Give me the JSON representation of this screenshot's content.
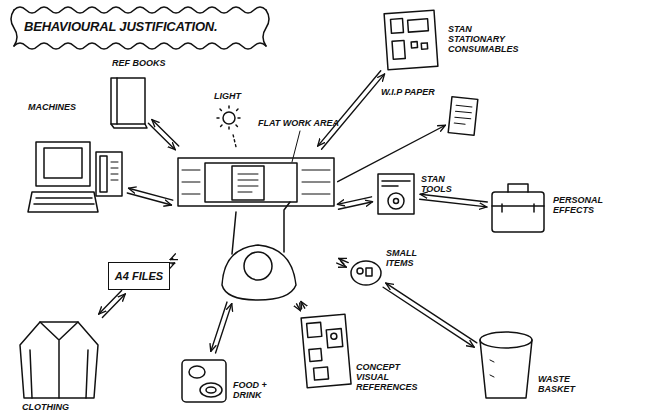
{
  "diagram": {
    "title": "BEHAVIOURAL JUSTIFICATION.",
    "nodes": [
      {
        "text": [
          "REF BOOKS"
        ]
      },
      {
        "text": [
          "STAN STATIONARY CONSUMABLES"
        ]
      },
      {
        "text": [
          "LIGHT"
        ]
      },
      {
        "text": [
          "FLAT WORK AREA"
        ]
      },
      {
        "text": [
          "W.I.P PAPER"
        ]
      },
      {
        "text": [
          "MACHINES"
        ]
      },
      {
        "text": [
          "STAN TOOLS"
        ]
      },
      {
        "text": [
          "PERSONAL EFFECTS"
        ]
      },
      {
        "text": [
          "A4 FILES"
        ]
      },
      {
        "text": [
          "SMALL ITEMS"
        ]
      },
      {
        "text": [
          "CLOTHING"
        ]
      },
      {
        "text": [
          "FOOD + DRINK"
        ]
      },
      {
        "text": [
          "CONCEPT VISUAL REFERENCES"
        ]
      },
      {
        "text": [
          "WASTE BASKET"
        ]
      }
    ],
    "edges": [
      {
        "from": 0,
        "to": 3,
        "arrow": "both"
      },
      {
        "from": 1,
        "to": 3,
        "arrow": "both"
      },
      {
        "from": 2,
        "to": 3,
        "arrow": "none"
      },
      {
        "from": 3,
        "to": 4,
        "arrow": "to"
      },
      {
        "from": 5,
        "to": 3,
        "arrow": "both"
      },
      {
        "from": 3,
        "to": 6,
        "arrow": "both"
      },
      {
        "from": 6,
        "to": 7,
        "arrow": "both"
      },
      {
        "from": 8,
        "to": 3,
        "arrow": "both"
      },
      {
        "from": 3,
        "to": 9,
        "arrow": "both"
      },
      {
        "from": 10,
        "to": 8,
        "arrow": "both"
      },
      {
        "from": 11,
        "to": 3,
        "arrow": "both"
      },
      {
        "from": 3,
        "to": 12,
        "arrow": "both"
      },
      {
        "from": 9,
        "to": 13,
        "arrow": "both"
      }
    ]
  }
}
